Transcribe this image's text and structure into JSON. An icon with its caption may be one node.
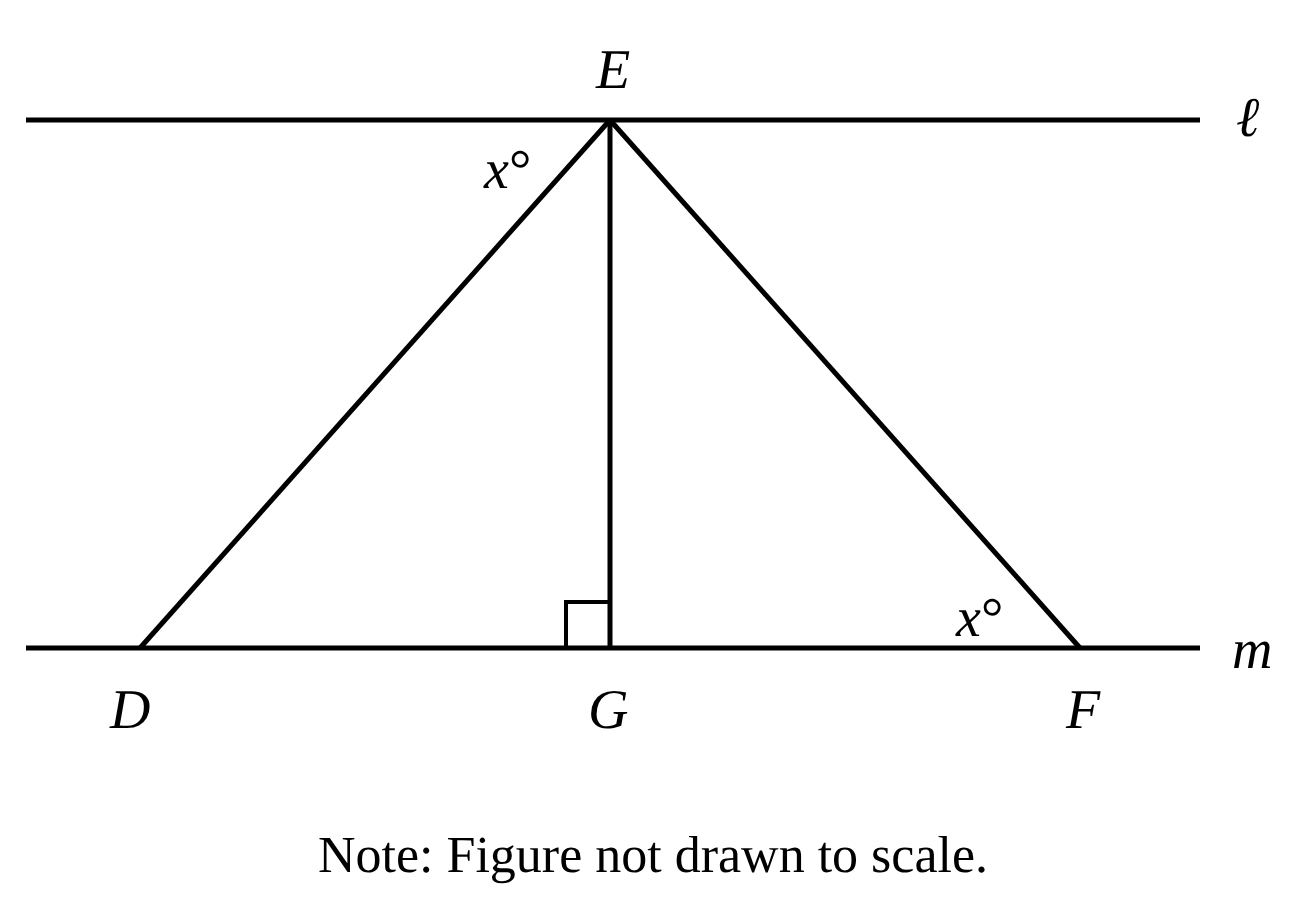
{
  "diagram": {
    "caption": "Note: Figure not drawn to scale.",
    "nodes": [
      {
        "text": [
          "E"
        ]
      },
      {
        "text": [
          "D"
        ]
      },
      {
        "text": [
          "G"
        ]
      },
      {
        "text": [
          "F"
        ]
      }
    ],
    "edges": [
      {
        "from": 0,
        "to": 1,
        "arrow": "none"
      },
      {
        "from": 0,
        "to": 2,
        "arrow": "none"
      },
      {
        "from": 0,
        "to": 3,
        "arrow": "none"
      }
    ],
    "labels": [
      "ℓ",
      "*x*°",
      "*x*°",
      "m"
    ]
  }
}
